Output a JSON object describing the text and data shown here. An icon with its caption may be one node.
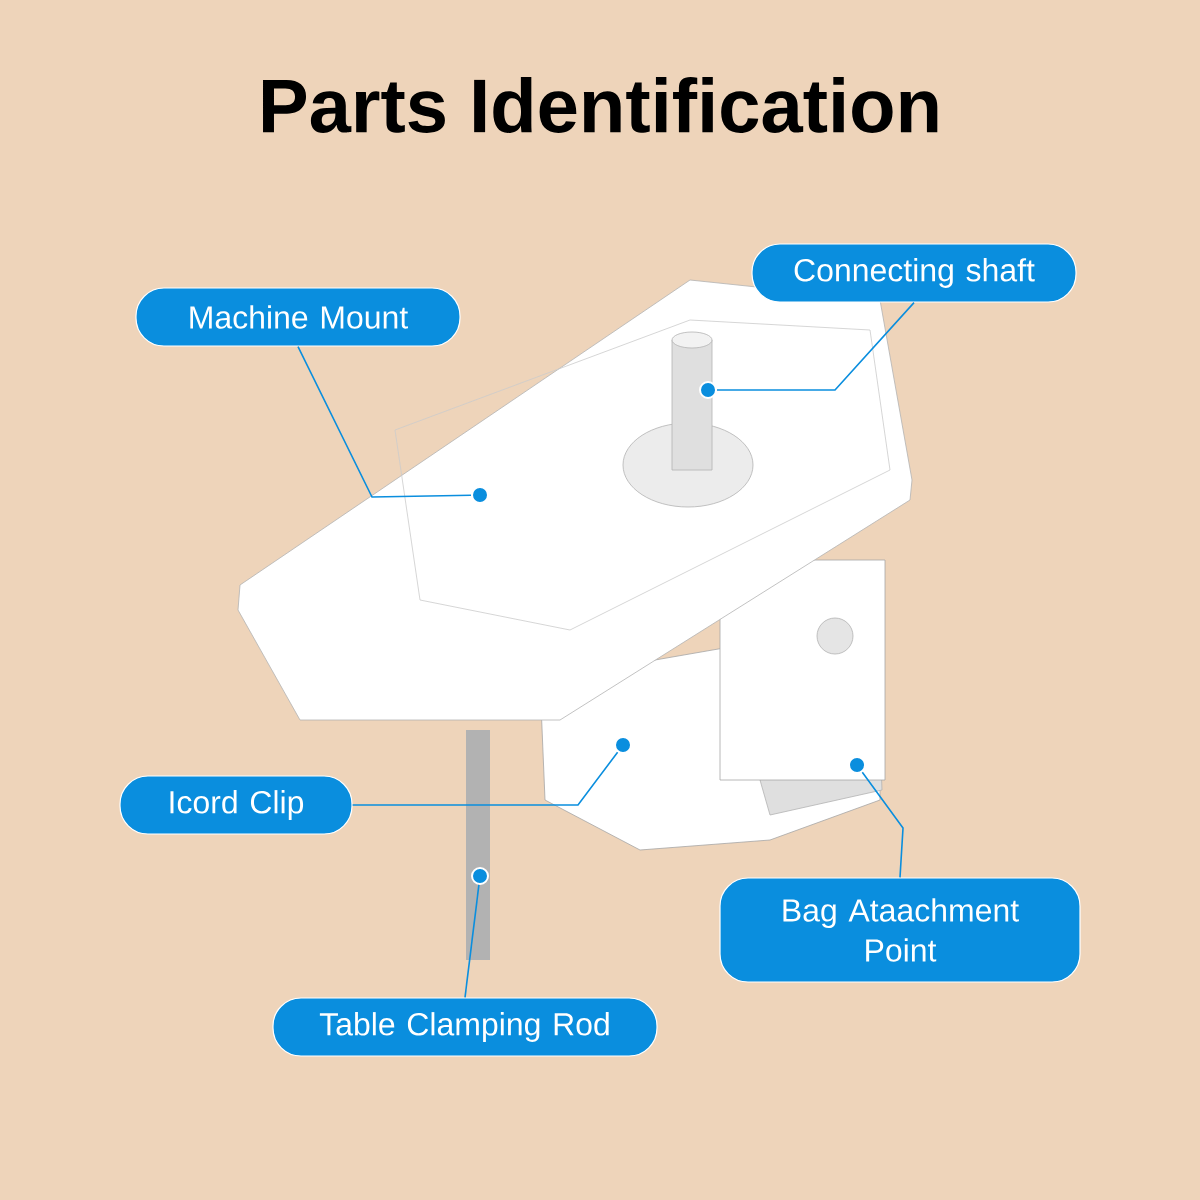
{
  "diagram": {
    "title": "Parts Identification",
    "nodes": [
      {
        "text": [
          "Machine Mount"
        ]
      },
      {
        "text": [
          "Connecting shaft"
        ]
      },
      {
        "text": [
          "Icord Clip"
        ]
      },
      {
        "text": [
          "Bag Ataachment Point"
        ]
      },
      {
        "text": [
          "Table Clamping Rod"
        ]
      },
      {
        "text": [],
        "shape": "circle"
      },
      {
        "text": [],
        "shape": "circle"
      },
      {
        "text": [],
        "shape": "circle"
      },
      {
        "text": [],
        "shape": "circle"
      },
      {
        "text": [],
        "shape": "circle"
      }
    ],
    "edges": [
      {
        "from": 0,
        "to": 5,
        "arrow": "none"
      },
      {
        "from": 1,
        "to": 6,
        "arrow": "none"
      },
      {
        "from": 2,
        "to": 7,
        "arrow": "none"
      },
      {
        "from": 3,
        "to": 8,
        "arrow": "none"
      },
      {
        "from": 4,
        "to": 9,
        "arrow": "none"
      }
    ]
  }
}
